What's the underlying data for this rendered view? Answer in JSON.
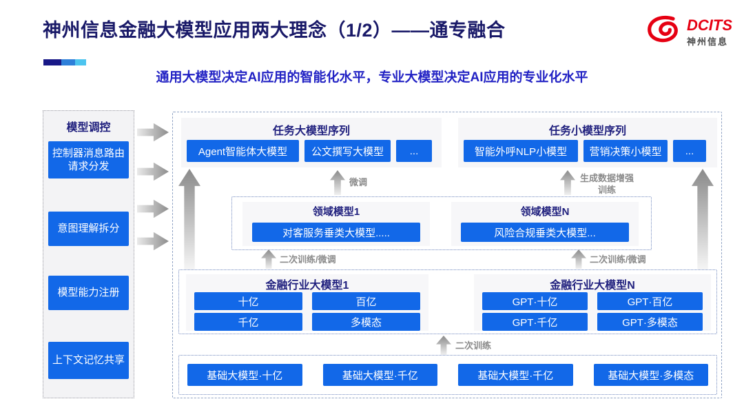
{
  "slide": {
    "title": "神州信息金融大模型应用两大理念（1/2）——通专融合",
    "subtitle": "通用大模型决定AI应用的智能化水平，专业大模型决定AI应用的专业化水平"
  },
  "logo": {
    "brand": "DCITS",
    "brand_cn": "神州信息"
  },
  "sidebar": {
    "title": "模型调控",
    "items": [
      "控制器消息路由请求分发",
      "意图理解拆分",
      "模型能力注册",
      "上下文记忆共享"
    ]
  },
  "task_large": {
    "title": "任务大模型序列",
    "items": [
      "Agent智能体大模型",
      "公文撰写大模型",
      "..."
    ]
  },
  "task_small": {
    "title": "任务小模型序列",
    "items": [
      "智能外呼NLP小模型",
      "营销决策小模型",
      "..."
    ]
  },
  "domain_models": [
    {
      "title": "领域模型1",
      "item": "对客服务垂类大模型....."
    },
    {
      "title": "领域模型N",
      "item": "风险合规垂类大模型..."
    }
  ],
  "industry_models": [
    {
      "title": "金融行业大模型1",
      "items": [
        "十亿",
        "百亿",
        "千亿",
        "多模态"
      ]
    },
    {
      "title": "金融行业大模型N",
      "items": [
        "GPT·十亿",
        "GPT·百亿",
        "GPT·千亿",
        "GPT·多模态"
      ]
    }
  ],
  "base_models": [
    "基础大模型·十亿",
    "基础大模型·千亿",
    "基础大模型·千亿",
    "基础大模型·多模态"
  ],
  "arrow_labels": {
    "finetune": "微调",
    "gen_data_training": "生成数据增强训练",
    "secondary_finetune_left": "二次训练/微调",
    "secondary_finetune_right": "二次训练/微调",
    "secondary_training": "二次训练"
  },
  "colors": {
    "accent_blue": "#1268e8",
    "heading_navy": "#20207e",
    "title_navy": "#191968",
    "subtitle_blue": "#2222c4",
    "logo_red": "#e60012",
    "arrow_gray": "#8d8d8d"
  }
}
